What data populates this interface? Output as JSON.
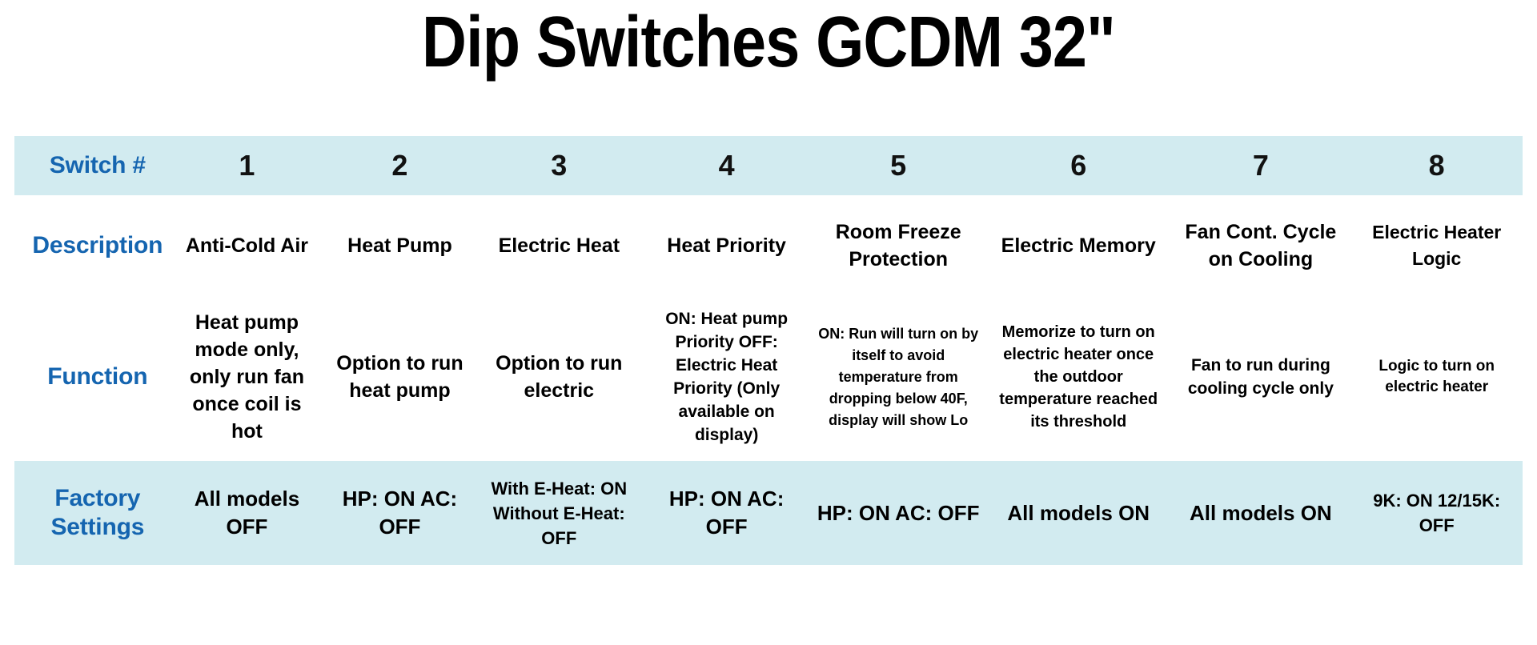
{
  "title": "Dip Switches GCDM 32\"",
  "colors": {
    "band": "#d2ebf0",
    "label_blue": "#1565b0",
    "text": "#000000",
    "page_bg": "#ffffff"
  },
  "table": {
    "row_labels": {
      "switch": "Switch #",
      "description": "Description",
      "function": "Function",
      "factory_line1": "Factory",
      "factory_line2": "Settings"
    },
    "switch_numbers": [
      "1",
      "2",
      "3",
      "4",
      "5",
      "6",
      "7",
      "8"
    ],
    "descriptions": [
      "Anti-Cold Air",
      "Heat Pump",
      "Electric Heat",
      "Heat Priority",
      "Room Freeze Protection",
      "Electric Memory",
      "Fan Cont. Cycle on Cooling",
      "Electric Heater Logic"
    ],
    "functions": [
      "Heat pump mode only, only run fan once coil is hot",
      "Option to run heat pump",
      "Option to run electric",
      "ON: Heat pump Priority OFF: Electric Heat Priority (Only available on display)",
      "ON: Run will turn on by itself to avoid temperature from dropping below 40F, display will show Lo",
      "Memorize to turn on electric heater once the outdoor temperature reached its threshold",
      "Fan to run during cooling cycle only",
      "Logic to turn on electric heater"
    ],
    "factory_settings": [
      "All models OFF",
      "HP: ON AC: OFF",
      "With E-Heat: ON Without E-Heat: OFF",
      "HP: ON AC: OFF",
      "HP: ON AC: OFF",
      "All models ON",
      "All models ON",
      "9K: ON 12/15K: OFF"
    ]
  }
}
